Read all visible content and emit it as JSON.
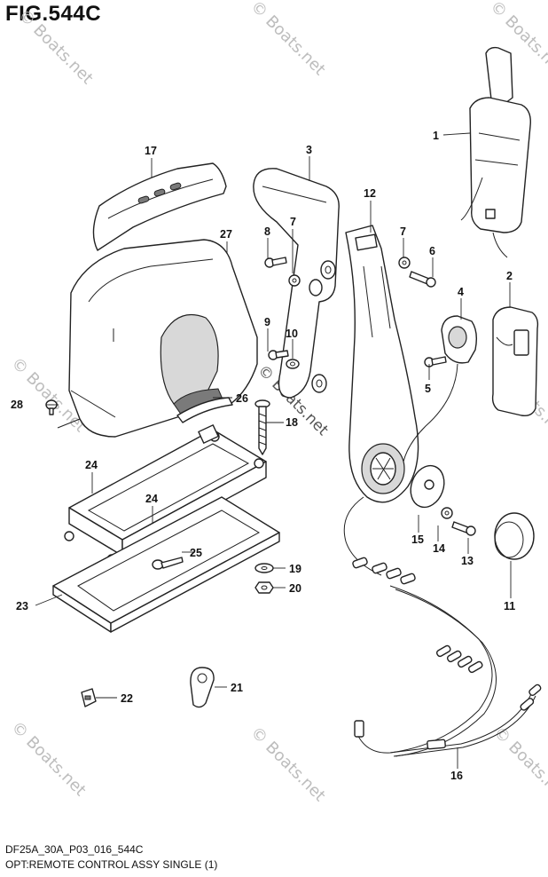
{
  "figure": {
    "title": "FIG.544C",
    "footer_code": "DF25A_30A_P03_016_544C",
    "footer_title": "OPT:REMOTE CONTROL ASSY SINGLE (1)"
  },
  "watermark": {
    "text": "© Boats.net"
  },
  "parts": {
    "p1": "1",
    "p2": "2",
    "p3": "3",
    "p4": "4",
    "p5a": "5",
    "p6": "6",
    "p7a": "7",
    "p7b": "7",
    "p8": "8",
    "p9": "9",
    "p10": "10",
    "p11": "11",
    "p12": "12",
    "p13": "13",
    "p14": "14",
    "p15": "15",
    "p16": "16",
    "p17": "17",
    "p18": "18",
    "p19": "19",
    "p20": "20",
    "p21": "21",
    "p22": "22",
    "p23": "23",
    "p24a": "24",
    "p24b": "24",
    "p25": "25",
    "p26": "26",
    "p27": "27",
    "p28": "28"
  }
}
